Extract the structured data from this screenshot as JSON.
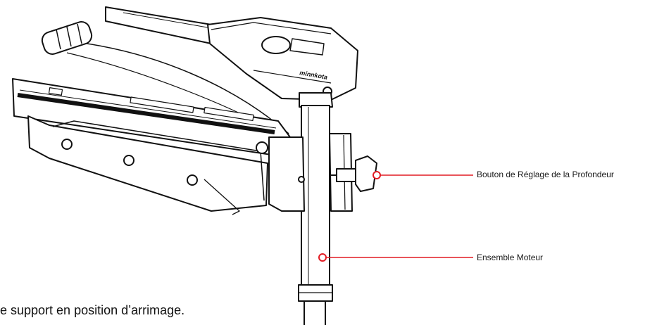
{
  "callouts": [
    {
      "label": "Bouton de Réglage de la Profondeur"
    },
    {
      "label": "Ensemble Moteur"
    }
  ],
  "caption": "e support en position d’arrimage.",
  "brand_text": "minnkota",
  "colors": {
    "callout": "#e21b23",
    "line": "#111111",
    "fill": "#ffffff"
  }
}
